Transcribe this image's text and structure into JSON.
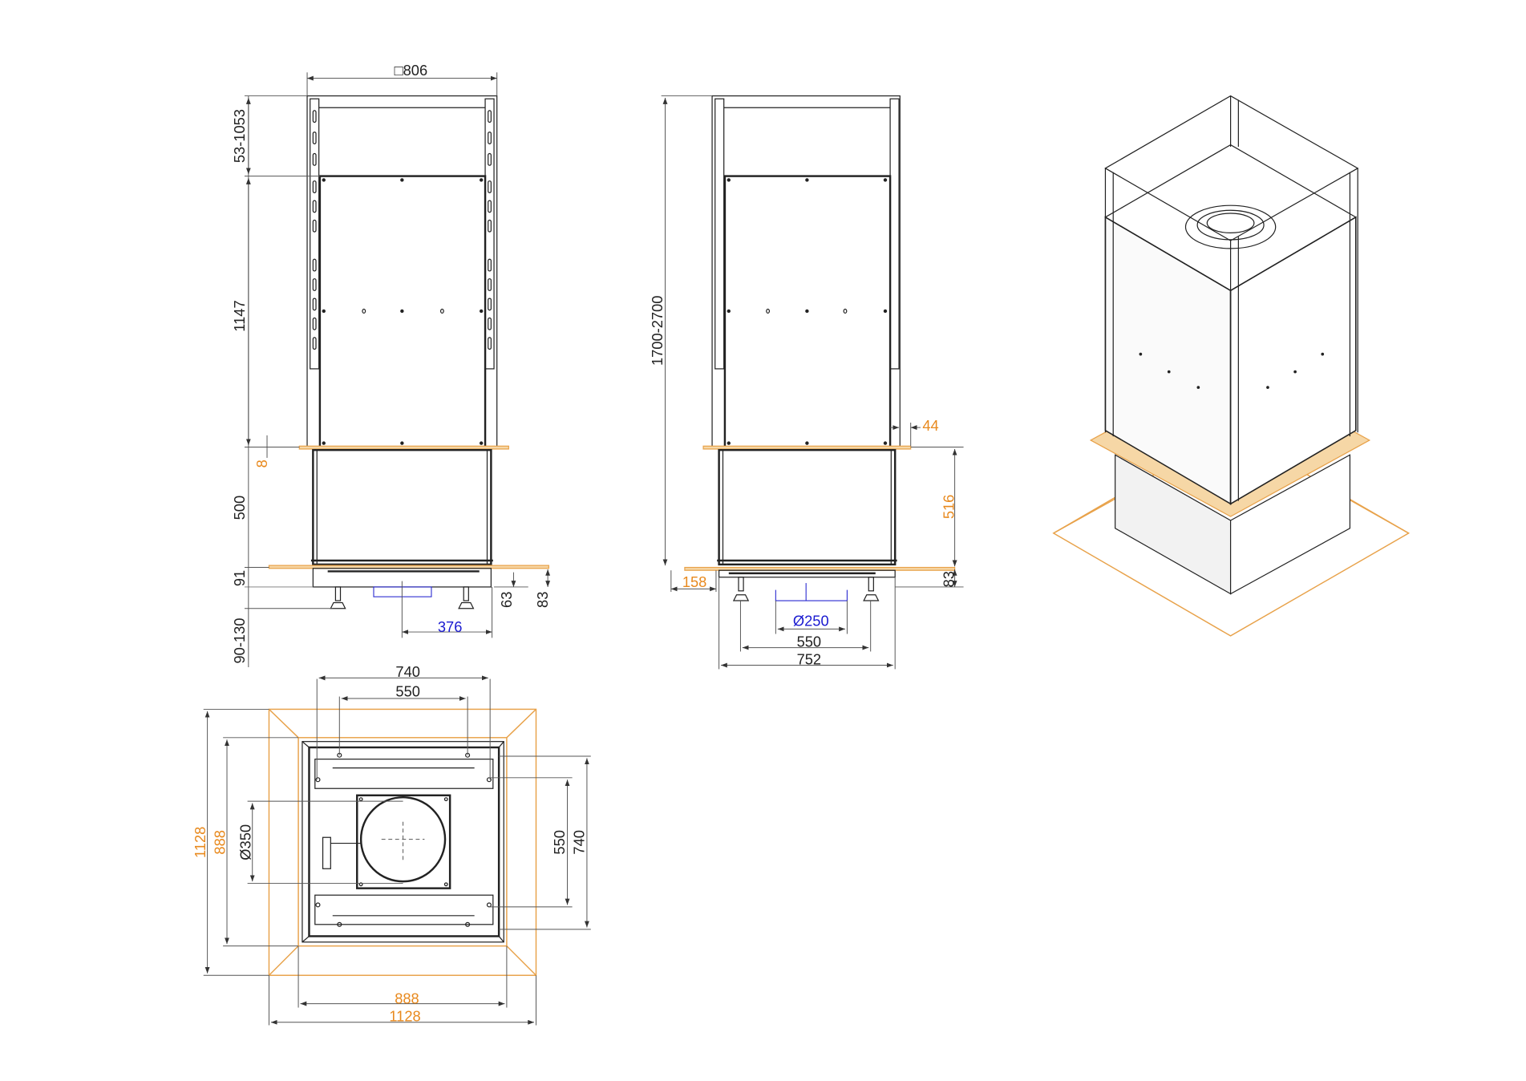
{
  "drawing": {
    "front_view": {
      "width_label": "□806",
      "height_adjust_label": "53-1053",
      "panel_height_label": "1147",
      "flange_label": "8",
      "lower_box_label": "500",
      "base_label": "91",
      "feet_label": "90-130",
      "duct_offset_label": "376",
      "dim_63": "63",
      "dim_83": "83"
    },
    "side_view": {
      "total_height_label": "1700-2700",
      "dim_44": "44",
      "dim_516": "516",
      "dim_83": "83",
      "dim_158": "158",
      "duct_diameter_label": "Ø250",
      "feet_spacing_label": "550",
      "base_width_label": "752"
    },
    "plan_view": {
      "top_740": "740",
      "top_550": "550",
      "left_1128": "1128",
      "left_888": "888",
      "diameter_label": "Ø350",
      "right_550": "550",
      "right_740": "740",
      "bottom_888": "888",
      "bottom_1128": "1128"
    },
    "colors": {
      "orange_dims": "#e8891d",
      "blue_dims": "#1a1ad0",
      "lines": "#222222"
    }
  }
}
